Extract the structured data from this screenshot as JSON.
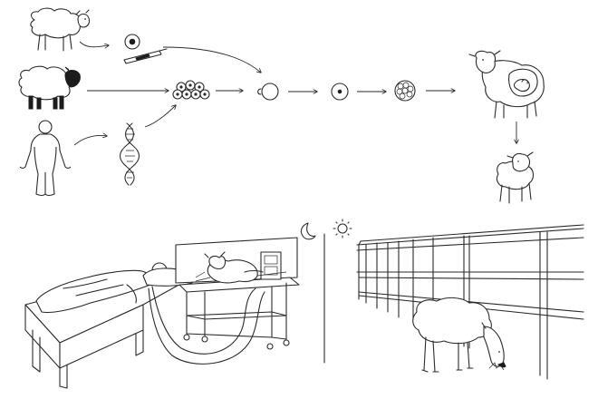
{
  "diagram": {
    "top_section": {
      "sources": [
        "white-faced-sheep",
        "black-faced-sheep",
        "human"
      ],
      "intermediate": [
        "udder-cell",
        "pipette",
        "enucleated-eggs",
        "dna-helix"
      ],
      "pipeline": [
        "fused-egg",
        "single-cell-embryo",
        "zygote",
        "morula",
        "surrogate-ewe",
        "cloned-lamb"
      ]
    },
    "bottom_left": {
      "time_of_day": "night",
      "icon": "moon-icon",
      "scene": "patient-in-bed-connected-to-lamb"
    },
    "bottom_right": {
      "time_of_day": "day",
      "icon": "sun-icon",
      "scene": "sheep-grazing-beside-fence"
    },
    "colors": {
      "ink": "#2a2a2a",
      "background": "#ffffff"
    }
  }
}
